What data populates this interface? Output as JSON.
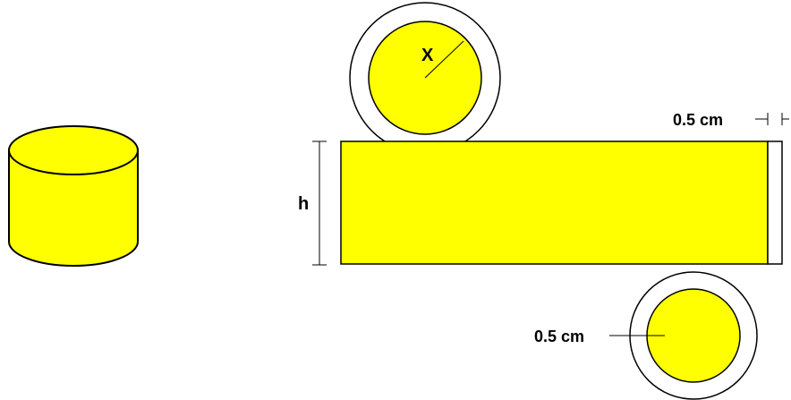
{
  "labels": {
    "radius": "X",
    "height": "h",
    "flap_top": "0.5 cm",
    "flap_bottom": "0.5 cm"
  },
  "colors": {
    "fill": "#ffff00",
    "stroke": "#000000",
    "background": "#ffffff"
  }
}
